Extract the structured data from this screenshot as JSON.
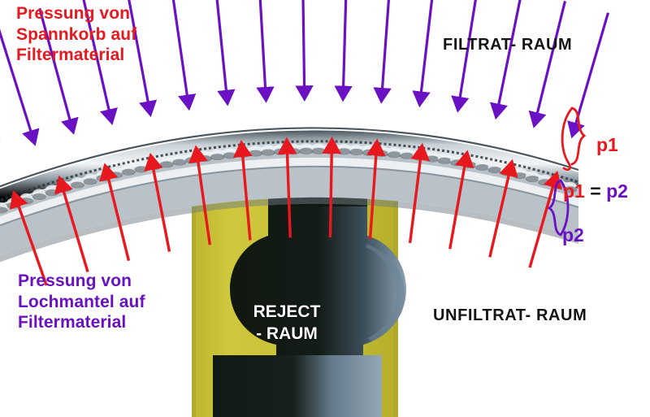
{
  "diagram": {
    "title_text_present": false,
    "annotations": {
      "top_left_caption": "Pressung von\nSpannkorb auf\nFiltermaterial",
      "bottom_left_caption": "Pressung von\nLochmantel auf\nFiltermaterial",
      "top_right_label": "FILTRAT- RAUM",
      "bottom_right_label": "UNFILTRAT- RAUM",
      "center_label": "REJECT\n- RAUM",
      "p1_label": "p1",
      "p2_label": "p2",
      "equality_left": "p1",
      "equality_operator": "=",
      "equality_right": "p2"
    },
    "colors": {
      "red": "#e8181f",
      "violet": "#6a11c4",
      "black": "#141414",
      "white": "#ffffff",
      "filter_yellow": "#c8c032",
      "filter_yellow_light": "#d6cf46",
      "metal_light": "#dfe4e8",
      "metal_mid": "#8f9aa3",
      "metal_dark": "#2e3940",
      "reject_dark": "#141c18",
      "reject_blue": "#7d93a6"
    },
    "counts": {
      "red_arrows": 13,
      "violet_arrows": 16,
      "filter_segments": 22
    }
  }
}
